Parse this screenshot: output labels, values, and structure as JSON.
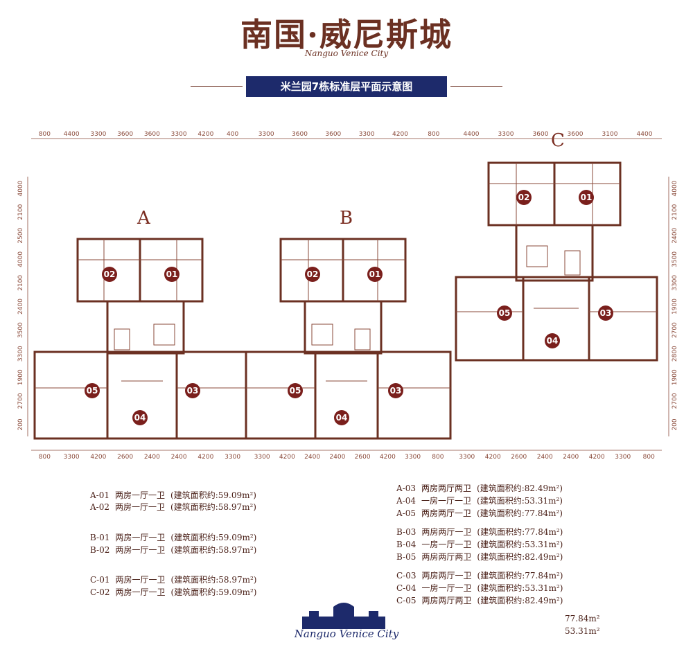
{
  "header": {
    "title": "南国·威尼斯城",
    "script_subtitle": "Nanguo Venice City",
    "banner": "米兰园7栋标准层平面示意图"
  },
  "buildings": {
    "A": "A",
    "B": "B",
    "C": "C"
  },
  "dimensions": {
    "top_left": [
      "800",
      "4400",
      "3300",
      "3600",
      "3600",
      "3300",
      "4200",
      "400"
    ],
    "top_mid": [
      "3300",
      "3600",
      "3600",
      "3300",
      "4200",
      "800"
    ],
    "top_right": [
      "4400",
      "3300",
      "3600",
      "3600",
      "3100",
      "4400"
    ],
    "bottom_left": [
      "800",
      "3300",
      "4200",
      "2600",
      "2400",
      "2400",
      "4200",
      "3300"
    ],
    "bottom_mid": [
      "3300",
      "4200",
      "2400",
      "2400",
      "2600",
      "4200",
      "3300",
      "800"
    ],
    "bottom_right": [
      "3300",
      "4200",
      "2600",
      "2400",
      "2400",
      "4200",
      "3300",
      "800"
    ],
    "left_side": [
      "4000",
      "2100",
      "2500",
      "4000",
      "2100",
      "2400",
      "3500",
      "3300",
      "1900",
      "2700",
      "200"
    ],
    "right_side": [
      "4000",
      "2100",
      "2400",
      "3500",
      "3300",
      "1900",
      "2700",
      "2800",
      "1900",
      "2700",
      "200"
    ]
  },
  "unit_numbers": {
    "a02": "02",
    "a01": "01",
    "a05": "05",
    "a04": "04",
    "a03": "03",
    "b02": "02",
    "b01": "01",
    "b05": "05",
    "b04": "04",
    "b03": "03",
    "c02": "02",
    "c01": "01",
    "c05": "05",
    "c04": "04",
    "c03": "03"
  },
  "legend_left": [
    {
      "code": "A-01",
      "type": "两房一厅一卫",
      "area": "(建筑面积约:59.09m²)"
    },
    {
      "code": "A-02",
      "type": "两房一厅一卫",
      "area": "(建筑面积约:58.97m²)"
    },
    {
      "code": "B-01",
      "type": "两房一厅一卫",
      "area": "(建筑面积约:59.09m²)"
    },
    {
      "code": "B-02",
      "type": "两房一厅一卫",
      "area": "(建筑面积约:58.97m²)"
    },
    {
      "code": "C-01",
      "type": "两房一厅一卫",
      "area": "(建筑面积约:58.97m²)"
    },
    {
      "code": "C-02",
      "type": "两房一厅一卫",
      "area": "(建筑面积约:59.09m²)"
    }
  ],
  "legend_right": [
    {
      "code": "A-03",
      "type": "两房两厅两卫",
      "area": "(建筑面积约:82.49m²)"
    },
    {
      "code": "A-04",
      "type": "一房一厅一卫",
      "area": "(建筑面积约:53.31m²)"
    },
    {
      "code": "A-05",
      "type": "两房两厅一卫",
      "area": "(建筑面积约:77.84m²)"
    },
    {
      "code": "B-03",
      "type": "两房两厅一卫",
      "area": "(建筑面积约:77.84m²)"
    },
    {
      "code": "B-04",
      "type": "一房一厅一卫",
      "area": "(建筑面积约:53.31m²)"
    },
    {
      "code": "B-05",
      "type": "两房两厅两卫",
      "area": "(建筑面积约:82.49m²)"
    },
    {
      "code": "C-03",
      "type": "两房两厅一卫",
      "area": "(建筑面积约:77.84m²)"
    },
    {
      "code": "C-04",
      "type": "一房一厅一卫",
      "area": "(建筑面积约:53.31m²)"
    },
    {
      "code": "C-05",
      "type": "两房两厅两卫",
      "area": "(建筑面积约:82.49m²)"
    }
  ],
  "footer": {
    "brand_script": "Nanguo Venice City",
    "fragment_1": "77.84m²",
    "fragment_2": "53.31m²"
  },
  "colors": {
    "brand_brown": "#6b3022",
    "banner_navy": "#1d2a6b",
    "unit_circle": "#7a1f1c"
  }
}
